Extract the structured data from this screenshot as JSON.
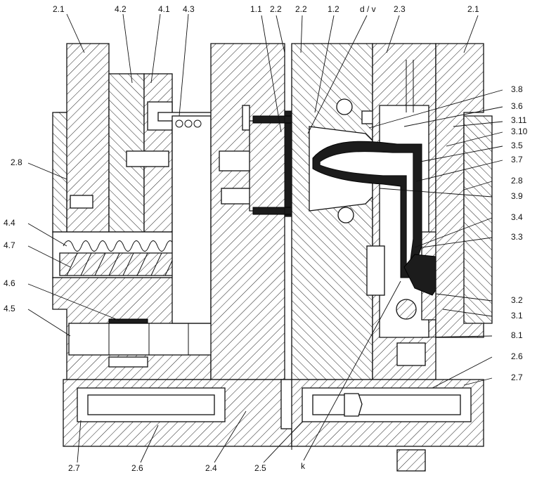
{
  "figure": {
    "labels": {
      "l21a": "2.1",
      "l42": "4.2",
      "l41": "4.1",
      "l43": "4.3",
      "l11": "1.1",
      "l22a": "2.2",
      "l22b": "2.2",
      "l12": "1.2",
      "ldv": "d / v",
      "l23": "2.3",
      "l21b": "2.1",
      "l38": "3.8",
      "l36": "3.6",
      "l311": "3.11",
      "l310": "3.10",
      "l35": "3.5",
      "l37": "3.7",
      "l28a": "2.8",
      "l28b": "2.8",
      "l39": "3.9",
      "l34": "3.4",
      "l33": "3.3",
      "l44": "4.4",
      "l47": "4.7",
      "l46": "4.6",
      "l45": "4.5",
      "l32": "3.2",
      "l31": "3.1",
      "l81": "8.1",
      "l26a": "2.6",
      "l27a": "2.7",
      "l27b": "2.7",
      "l26b": "2.6",
      "l24": "2.4",
      "l25": "2.5",
      "lk": "k"
    },
    "colors": {
      "ink": "#111111",
      "paper": "#ffffff",
      "hatch": "#222222"
    }
  }
}
